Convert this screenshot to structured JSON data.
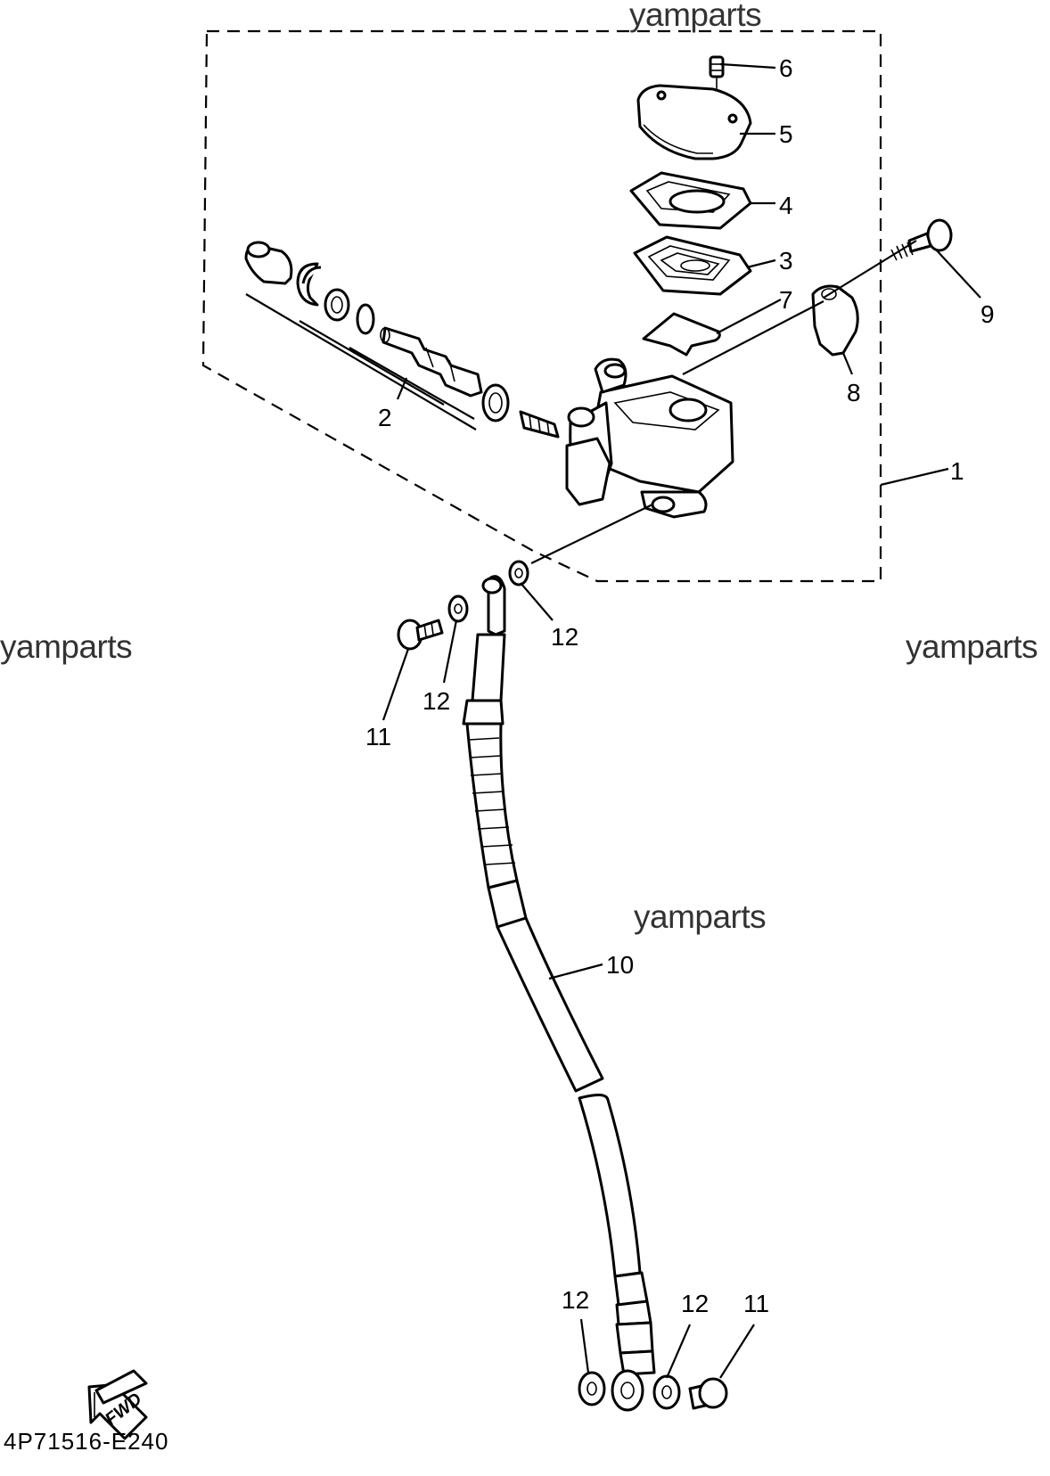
{
  "watermarks": [
    "yamparts",
    "yamparts",
    "yamparts",
    "yamparts"
  ],
  "diagram_code": "4P71516-E240",
  "fwd_label": "FWD",
  "callouts": {
    "c1": "1",
    "c2": "2",
    "c3": "3",
    "c4": "4",
    "c5": "5",
    "c6": "6",
    "c7": "7",
    "c8": "8",
    "c9": "9",
    "c10": "10",
    "c11a": "11",
    "c11b": "11",
    "c12a": "12",
    "c12b": "12",
    "c12c": "12",
    "c12d": "12"
  }
}
